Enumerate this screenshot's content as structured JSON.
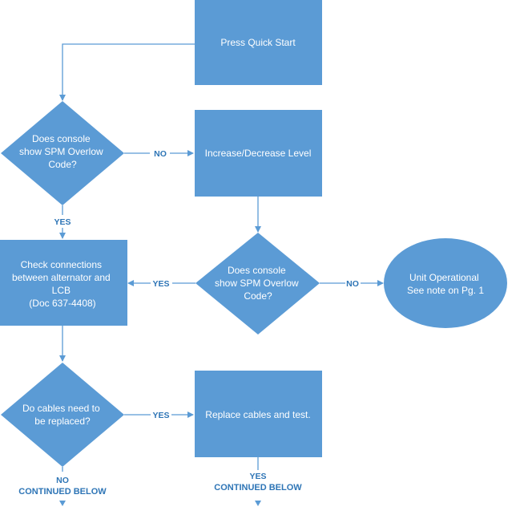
{
  "nodes": {
    "press_quick_start": {
      "lines": [
        "Press Quick Start"
      ]
    },
    "decision_1": {
      "lines": [
        "Does console",
        "show SPM Overlow",
        "Code?"
      ]
    },
    "increase_decrease": {
      "lines": [
        "Increase/Decrease Level"
      ]
    },
    "decision_2": {
      "lines": [
        "Does console",
        "show SPM Overlow",
        "Code?"
      ]
    },
    "check_connections": {
      "lines": [
        "Check connections",
        "between alternator and",
        "LCB",
        "(Doc 637-4408)"
      ]
    },
    "unit_operational": {
      "lines": [
        "Unit Operational",
        "See note on Pg. 1"
      ]
    },
    "decision_3": {
      "lines": [
        "Do cables need to",
        "be replaced?"
      ]
    },
    "replace_cables": {
      "lines": [
        "Replace cables and test."
      ]
    }
  },
  "edges": {
    "d1_no": "NO",
    "d1_yes": "YES",
    "d2_yes": "YES",
    "d2_no": "NO",
    "d3_yes": "YES",
    "d3_no": "NO",
    "replace_yes": "YES"
  },
  "continued": {
    "left": "CONTINUED BELOW",
    "right": "CONTINUED BELOW"
  },
  "colors": {
    "fill": "#5b9bd5",
    "line": "#5b9bd5",
    "label": "#2e75b6"
  }
}
